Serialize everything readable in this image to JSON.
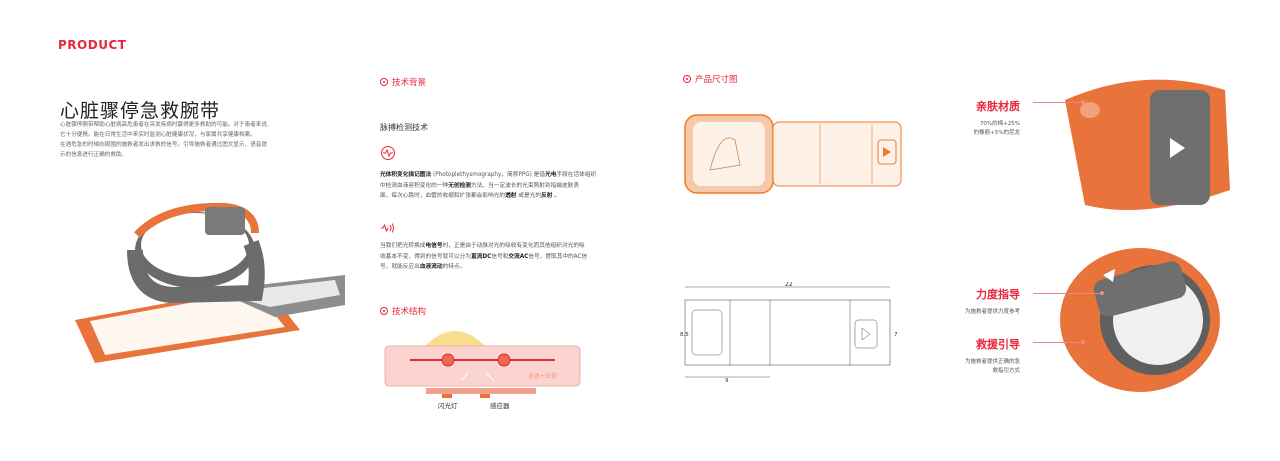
{
  "brand": "PRODUCT",
  "title": "心脏骤停急救腕带",
  "intro": [
    "心脏骤停腕带帮助心脏病高危患者在突发疾病时赢得更多救助的可能。对于患者来说,",
    "它十分便携。能在日常生活中来实时监测心脏健康状况，与家属共享健康档案。",
    "在遇危急的时候向周围的施救者发出求救的信号。引导施救者通过图文显示、语音提",
    "示的信息进行正确的救助。"
  ],
  "sections": {
    "background": "技术背景",
    "structure": "技术结构",
    "dimensions": "产品尺寸图"
  },
  "sub_title": "脉搏检测技术",
  "para1": {
    "p1_bold": "光体积变化描记图法",
    "p1_a": " (Photoplethysmography，简称PPG) 是借",
    "p1_bold2": "光电",
    "p1_b": "手段在活体组织",
    "p2_a": "中检测血液容积变化的一种",
    "p2_bold": "无创检测",
    "p2_b": "方法。当一定波长的光束照射到指端皮肤表",
    "p3_a": "面，每次心跳时，血管的收缩和扩张都会影响光的",
    "p3_bold": "透射",
    "p3_b": " 或是光的",
    "p3_bold2": "反射",
    "p3_c": " 。"
  },
  "para2": {
    "l1_a": "当我们把光转换成",
    "l1_bold": "电信号",
    "l1_b": "时，正是由于动脉对光的吸收有变化而其他组织对光的吸",
    "l2_a": "收基本不变，得到的信号就可以分为",
    "l2_bold": "直流DC",
    "l2_b": "信号和",
    "l2_bold2": "交流AC",
    "l2_c": "信号，提取其中的AC信",
    "l3_a": "号，就能反应出",
    "l3_bold": "血液流动",
    "l3_b": "的特点。"
  },
  "struct_labels": {
    "tissue": "身体+血管",
    "flash": "闪光灯",
    "sensor": "感应器"
  },
  "dimensions": {
    "length": "22",
    "height": "8.5",
    "inner": "9",
    "side": "7"
  },
  "features": [
    {
      "title": "亲肤材质",
      "desc": [
        "70%的棉+25%",
        "的橡筋+5%的尼龙"
      ]
    },
    {
      "title": "力度指导",
      "desc": [
        "为施救者提供力度参考"
      ]
    },
    {
      "title": "救援引导",
      "desc": [
        "为施救者提供正确的急",
        "救指引方式"
      ]
    }
  ],
  "colors": {
    "accent": "#e8273a",
    "orange": "#f07a2a",
    "band": "#e8733b"
  }
}
